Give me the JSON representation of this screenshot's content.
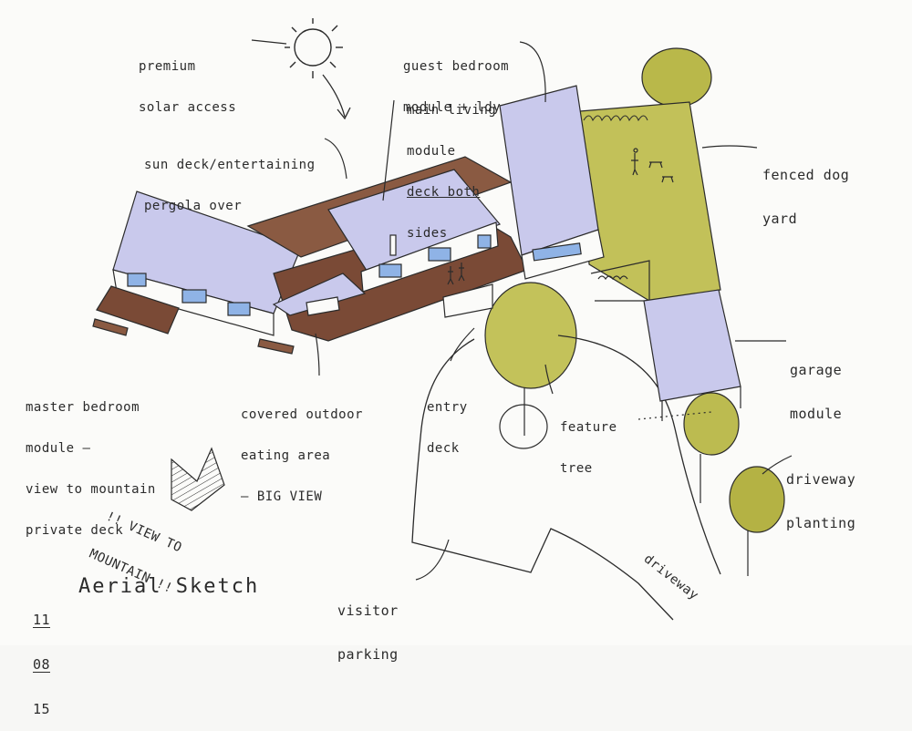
{
  "title": "Aerial Sketch",
  "date": {
    "day": "11",
    "month": "08",
    "year": "15"
  },
  "annotations": {
    "solar": [
      "premium",
      "solar access"
    ],
    "guest": [
      "guest bedroom",
      "module + ldy"
    ],
    "main_living": [
      "main living",
      "module",
      "deck both",
      "sides"
    ],
    "sun_deck": [
      "sun deck/entertaining",
      "pergola over"
    ],
    "dog_yard": [
      "fenced dog",
      "yard"
    ],
    "garage": [
      "garage",
      "module"
    ],
    "master": [
      "master bedroom",
      "module –",
      "view to mountain",
      "private deck"
    ],
    "outdoor_eating": [
      "covered outdoor",
      "eating area",
      "– BIG VIEW"
    ],
    "entry": [
      "entry",
      "deck"
    ],
    "feature_tree": [
      "feature",
      "tree"
    ],
    "driveway_planting": [
      "driveway",
      "planting"
    ],
    "view_mountain": [
      "!! VIEW TO",
      "MOUNTAIN !!"
    ],
    "visitor_parking": [
      "visitor",
      "parking"
    ],
    "driveway": "driveway"
  },
  "colors": {
    "roof": "#c9c9ec",
    "timber": "#7a4a36",
    "foliage": "#b7b648",
    "ink": "#2b2b2b",
    "glass": "#8fb3e6"
  }
}
